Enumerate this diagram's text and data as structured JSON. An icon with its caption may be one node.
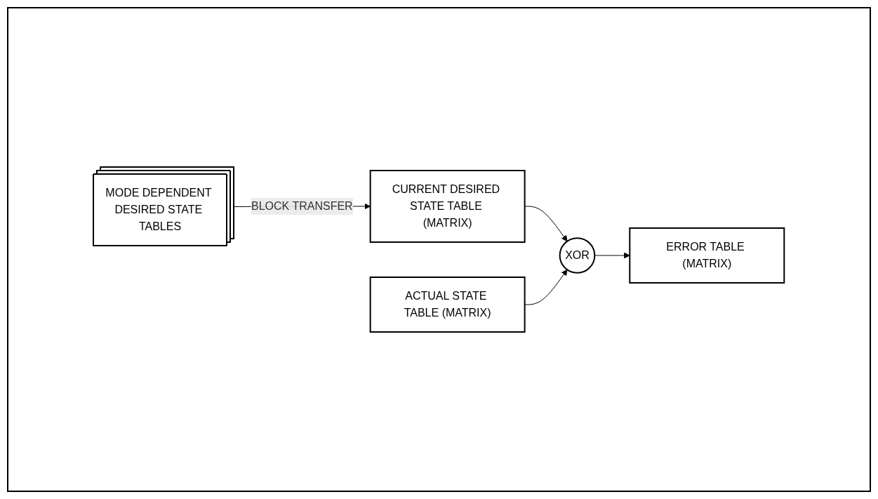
{
  "diagram": {
    "nodes": [
      {
        "text": [
          "MODE DEPENDENT DESIRED STATE TABLES"
        ]
      },
      {
        "text": [
          "CURRENT DESIRED STATE TABLE (MATRIX)"
        ]
      },
      {
        "text": [
          "XOR"
        ]
      },
      {
        "text": [
          "ACTUAL STATE TABLE (MATRIX)"
        ]
      },
      {
        "text": [
          "ERROR TABLE (MATRIX)"
        ]
      }
    ],
    "edges": [
      {
        "from": 0,
        "to": 1,
        "arrow": "to",
        "label": "BLOCK TRANSFER"
      },
      {
        "from": 1,
        "to": 2,
        "arrow": "to"
      },
      {
        "from": 3,
        "to": 2,
        "arrow": "to"
      },
      {
        "from": 2,
        "to": 4,
        "arrow": "to"
      }
    ]
  }
}
